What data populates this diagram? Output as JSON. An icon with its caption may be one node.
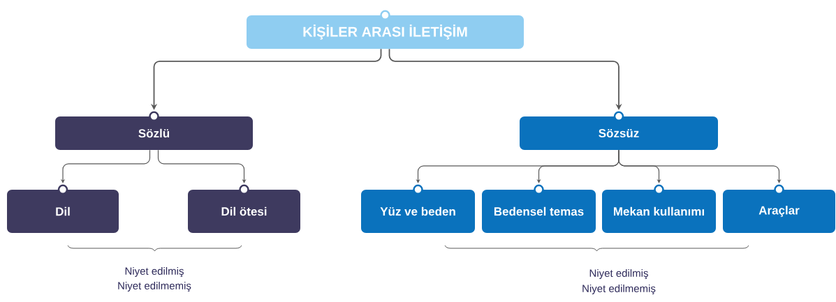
{
  "diagram": {
    "nodes": [
      {
        "text": [
          "KİŞİLER ARASI İLETİŞİM"
        ]
      },
      {
        "text": [
          "Sözlü"
        ]
      },
      {
        "text": [
          "Sözsüz"
        ]
      },
      {
        "text": [
          "Dil"
        ]
      },
      {
        "text": [
          "Dil ötesi"
        ]
      },
      {
        "text": [
          "Yüz ve beden"
        ]
      },
      {
        "text": [
          "Bedensel temas"
        ]
      },
      {
        "text": [
          "Mekan kullanımı"
        ]
      },
      {
        "text": [
          "Araçlar"
        ]
      }
    ],
    "edges": [
      {
        "from": 0,
        "to": 1,
        "arrow": "to"
      },
      {
        "from": 0,
        "to": 2,
        "arrow": "to"
      },
      {
        "from": 1,
        "to": 3,
        "arrow": "to"
      },
      {
        "from": 1,
        "to": 4,
        "arrow": "to"
      },
      {
        "from": 2,
        "to": 5,
        "arrow": "to"
      },
      {
        "from": 2,
        "to": 6,
        "arrow": "to"
      },
      {
        "from": 2,
        "to": 7,
        "arrow": "to"
      },
      {
        "from": 2,
        "to": 8,
        "arrow": "to"
      }
    ],
    "labels": [
      "Niyet edilmiş",
      "Niyet edilmemiş",
      "Niyet edilmiş",
      "Niyet edilmemiş"
    ]
  }
}
